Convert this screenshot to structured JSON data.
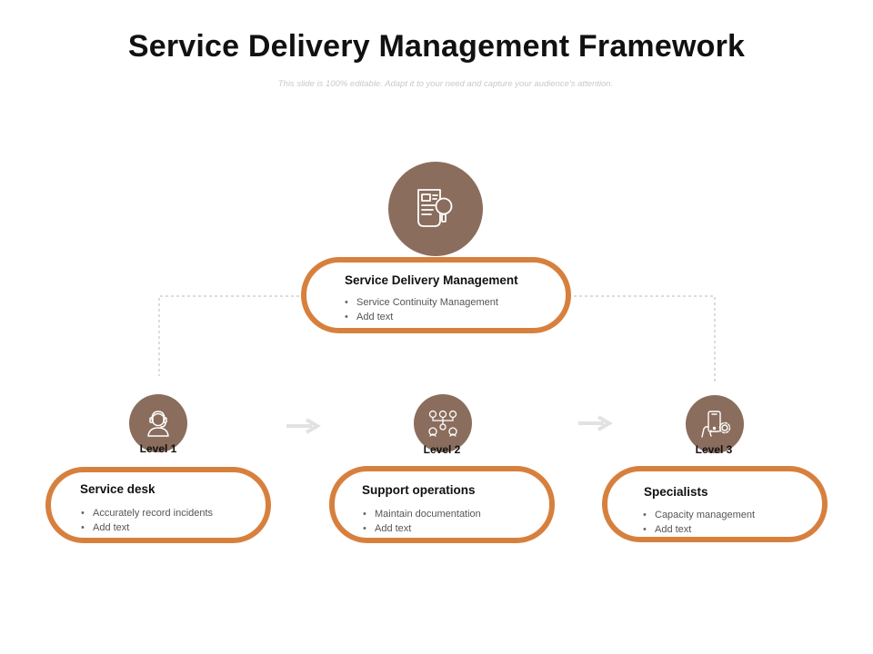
{
  "slide": {
    "title": "Service Delivery Management Framework",
    "subtitle": "This slide is 100% editable. Adapt it to your need and capture your audience's attention."
  },
  "colors": {
    "accent": "#d7803e",
    "icon_circle": "#8b6d5d",
    "connector": "#b8b8b8",
    "arrow": "#e2e2e2"
  },
  "top": {
    "icon": "document-search-icon",
    "title": "Service Delivery Management",
    "bullets": [
      "Service Continuity Management",
      "Add text"
    ]
  },
  "levels": [
    {
      "label": "Level 1",
      "icon": "user-headset-icon",
      "title": "Service desk",
      "bullets": [
        "Accurately record incidents",
        "Add text"
      ]
    },
    {
      "label": "Level 2",
      "icon": "team-network-icon",
      "title": "Support operations",
      "bullets": [
        "Maintain documentation",
        "Add text"
      ]
    },
    {
      "label": "Level 3",
      "icon": "phone-gear-icon",
      "title": "Specialists",
      "bullets": [
        "Capacity management",
        "Add text"
      ]
    }
  ]
}
